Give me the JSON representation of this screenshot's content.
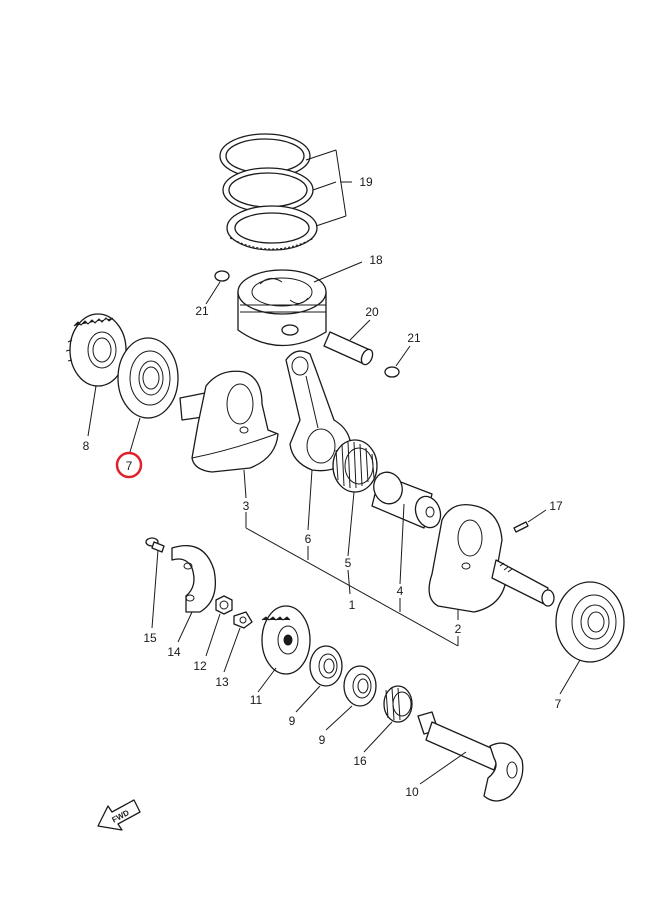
{
  "callouts": {
    "c1": "1",
    "c2": "2",
    "c3": "3",
    "c4": "4",
    "c5": "5",
    "c6": "6",
    "c7a": "7",
    "c7b": "7",
    "c8": "8",
    "c9a": "9",
    "c9b": "9",
    "c10": "10",
    "c11": "11",
    "c12": "12",
    "c13": "13",
    "c14": "14",
    "c15": "15",
    "c16": "16",
    "c17": "17",
    "c18": "18",
    "c19": "19",
    "c20": "20",
    "c21a": "21",
    "c21b": "21"
  },
  "fwd_label": "FWD",
  "highlight": {
    "part_number": "7",
    "color": "#e0202a"
  }
}
